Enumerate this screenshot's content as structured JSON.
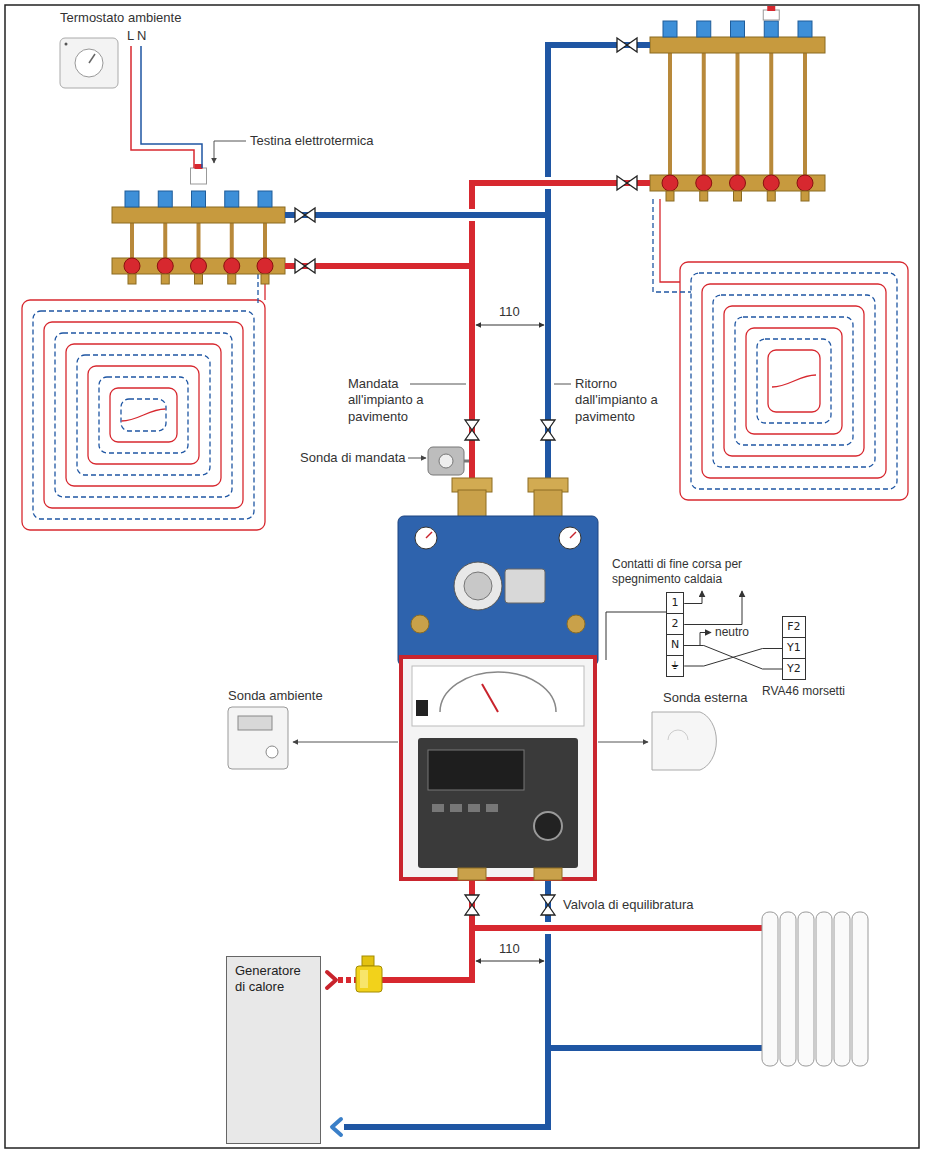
{
  "diagram": {
    "nodes": [
      {
        "text": [
          "1",
          "2",
          "N",
          "⏚"
        ]
      },
      {
        "text": [
          "F2",
          "Y1",
          "Y2"
        ]
      },
      {
        "text": [
          "Generatore di calore"
        ]
      }
    ],
    "edges": [
      {
        "from": 0,
        "to": 1,
        "arrow": "none"
      },
      {
        "from": 0,
        "to": 1,
        "arrow": "none"
      }
    ],
    "labels": [
      "Termostato ambiente",
      "L",
      "N",
      "Testina elettrotermica",
      "110",
      "Mandata all'impianto a pavimento",
      "Ritorno dall'impianto a pavimento",
      "Sonda di mandata",
      "Contatti di fine corsa per spegnimento caldaia",
      "neutro",
      "RVA46 morsetti",
      "Sonda ambiente",
      "Sonda esterna",
      "Valvola di equilibratura",
      "110"
    ]
  }
}
